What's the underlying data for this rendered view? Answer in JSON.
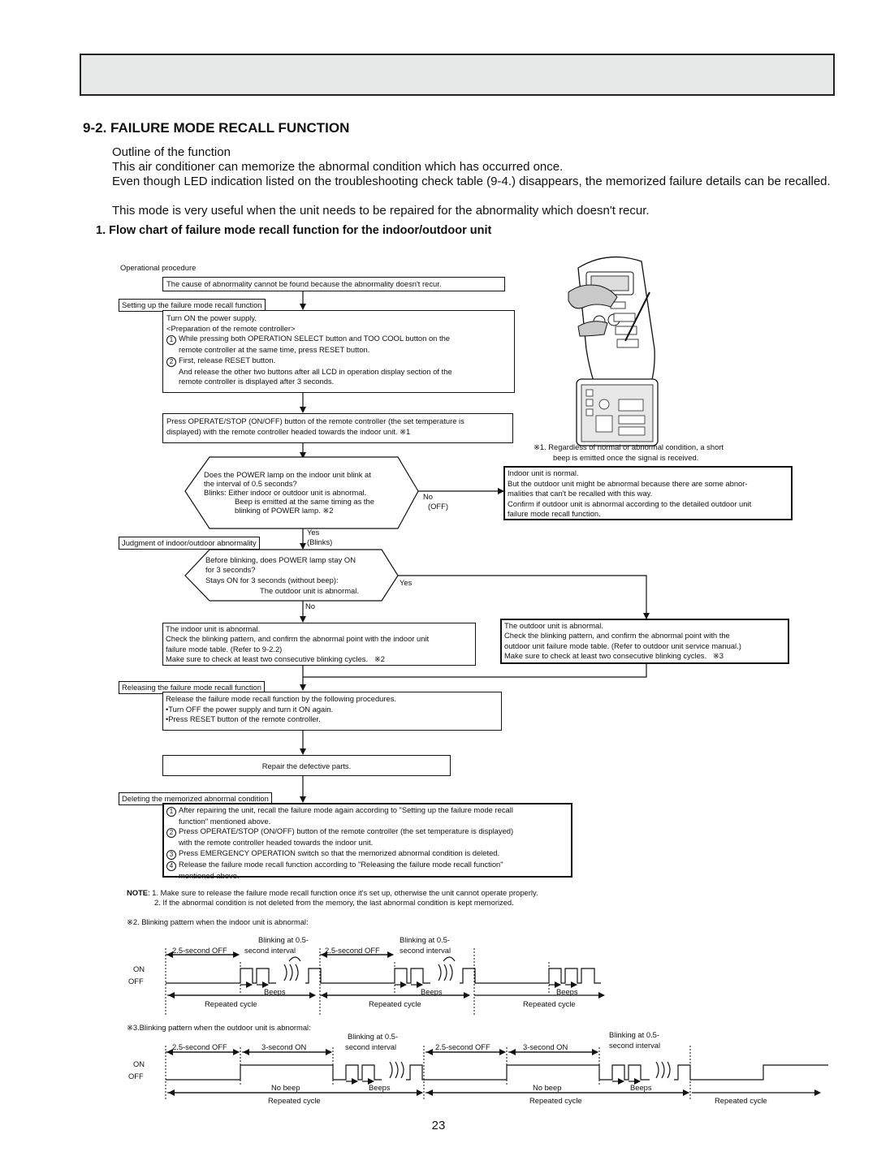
{
  "section": {
    "title": "9-2. FAILURE MODE RECALL FUNCTION"
  },
  "intro": {
    "outline": "Outline of the function",
    "line1": "This air conditioner can memorize the abnormal condition which has occurred once.",
    "line2": "Even though LED indication listed on the troubleshooting check table (9-4.) disappears, the memorized failure details can be recalled.",
    "line3": "This mode is very useful when the unit needs to be repaired for the abnormality which doesn't recur."
  },
  "flow_heading": "1. Flow chart of failure mode recall function for the indoor/outdoor unit",
  "flow": {
    "operational_procedure": "Operational procedure",
    "cause_box": "The cause of abnormality cannot be found because the abnormality doesn't recur.",
    "label_setup": "Setting up the failure mode recall function",
    "setup": {
      "l1": "Turn ON the power supply.",
      "l2": "<Preparation of the remote controller>",
      "n1": "1",
      "s1a": "While pressing both OPERATION SELECT button and TOO COOL button on the",
      "s1b": "remote controller at the same time, press RESET button.",
      "n2": "2",
      "s2a": "First, release RESET button.",
      "s2b": "And release the other two buttons after all LCD in operation display section of the",
      "s2c": "remote controller is displayed after 3 seconds."
    },
    "press_box": {
      "a": "Press OPERATE/STOP (ON/OFF) button of the remote controller (the set temperature is",
      "b": "displayed)  with the remote controller headed towards the indoor unit.",
      "ref": "※1"
    },
    "footnote1": {
      "a": "※1. Regardless of normal or abnormal condition, a short",
      "b": "beep is emitted once the signal is received."
    },
    "decision1": {
      "a": "Does the POWER lamp on the indoor unit blink at",
      "b": "the interval of 0.5 seconds?",
      "c": "Blinks: Either indoor or outdoor unit is abnormal.",
      "d": "Beep is emitted at the same timing as the",
      "e": "blinking of POWER lamp.",
      "ref": "※2"
    },
    "no_off": {
      "no": "No",
      "off": "(OFF)"
    },
    "indoor_normal": {
      "a": "Indoor unit is normal.",
      "b": "But the outdoor unit might be abnormal because there are some abnor-",
      "c": "malities that can't be recalled with this way.",
      "d": "Confirm if outdoor unit is abnormal according to the detailed outdoor unit",
      "e": "failure mode recall function."
    },
    "yes_blinks": {
      "yes": "Yes",
      "blinks": "(Blinks)"
    },
    "label_judgment": "Judgment of indoor/outdoor abnormality",
    "decision2": {
      "a": "Before blinking, does POWER lamp stay ON",
      "b": "for 3 seconds?",
      "c": "Stays ON for 3 seconds (without beep):",
      "d": "The outdoor unit is abnormal."
    },
    "yes2": "Yes",
    "no2": "No",
    "indoor_abnormal": {
      "a": "The indoor unit is abnormal.",
      "b": "Check the blinking pattern, and confirm the abnormal point with the indoor unit",
      "c": "failure mode table. (Refer to 9-2.2)",
      "d": "Make sure to check at least two consecutive blinking cycles.",
      "ref": "※2"
    },
    "outdoor_abnormal": {
      "a": "The outdoor unit is abnormal.",
      "b": "Check the blinking pattern, and confirm the abnormal point with the",
      "c": "outdoor unit failure mode table. (Refer to outdoor unit service manual.)",
      "d": "Make sure to check at least two consecutive blinking cycles.",
      "ref": "※3"
    },
    "label_release": "Releasing the failure mode recall function",
    "release": {
      "a": "Release the failure mode recall function by the following procedures.",
      "b": "•Turn OFF the power supply and turn it ON again.",
      "c": "•Press RESET button of the remote controller."
    },
    "repair": "Repair the defective parts.",
    "label_delete": "Deleting the memorized abnormal condition",
    "delete": {
      "n1": "1",
      "a1": "After repairing the unit, recall the failure mode again according to \"Setting up the failure mode recall",
      "a2": "function\" mentioned above.",
      "n2": "2",
      "b1": "Press OPERATE/STOP (ON/OFF) button of the remote controller (the set temperature is displayed)",
      "b2": "with the remote controller headed towards the indoor unit.",
      "n3": "3",
      "c1": "Press EMERGENCY OPERATION switch so that the memorized abnormal condition is deleted.",
      "n4": "4",
      "d1": "Release the failure mode recall function according to \"Releasing the failure mode recall function\"",
      "d2": "mentioned above."
    }
  },
  "notes": {
    "label": "NOTE",
    "n1": ": 1. Make sure to release the failure mode recall function once it's set up, otherwise the unit cannot operate properly.",
    "n2": "2. If the abnormal condition is not deleted from the memory, the last abnormal condition is kept memorized."
  },
  "timing_indoor": {
    "caption": "※2. Blinking pattern when the indoor unit is abnormal:",
    "off_label": "2.5-second OFF",
    "blink_label_a": "Blinking at 0.5-",
    "blink_label_b": "second interval",
    "on": "ON",
    "off": "OFF",
    "beeps": "Beeps",
    "repeated": "Repeated cycle"
  },
  "timing_outdoor": {
    "caption": "※3.Blinking pattern when the outdoor unit is abnormal:",
    "off_label": "2.5-second OFF",
    "on3_label": "3-second ON",
    "blink_label_a": "Blinking at 0.5-",
    "blink_label_b": "second interval",
    "on": "ON",
    "off": "OFF",
    "no_beep": "No beep",
    "beeps": "Beeps",
    "repeated": "Repeated cycle"
  },
  "page_number": "23"
}
